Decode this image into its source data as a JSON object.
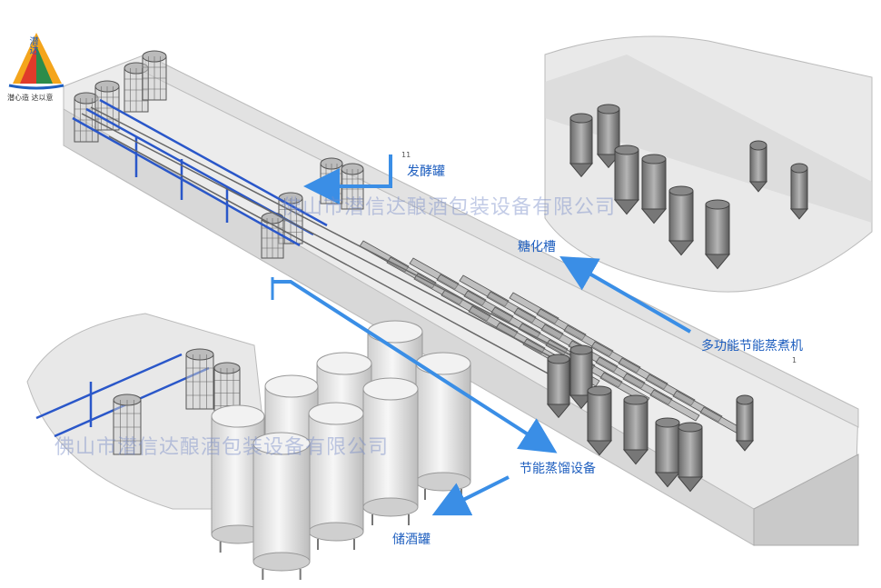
{
  "labels": {
    "fermentation_tank": "发酵罐",
    "saccharification_tank": "糖化槽",
    "multi_function_cooker": "多功能节能蒸煮机",
    "distillation_equipment": "节能蒸馏设备",
    "storage_tank": "储酒罐"
  },
  "watermarks": {
    "company_top": "佛山市潜信达酿酒包装设备有限公司",
    "company_bottom": "佛山市潜信达酿酒包装设备有限公司"
  },
  "logo": {
    "brand_chars": "潜达",
    "slogan": "潜心造 达以意"
  },
  "small_marks": {
    "number_top": "11",
    "number_right": "1"
  },
  "colors": {
    "arrow": "#3a8ee6",
    "label": "#1f5fbf",
    "pipe_blue": "#2a57c9",
    "floor": "#dcdcdc",
    "tank": "#e8e8e8"
  }
}
